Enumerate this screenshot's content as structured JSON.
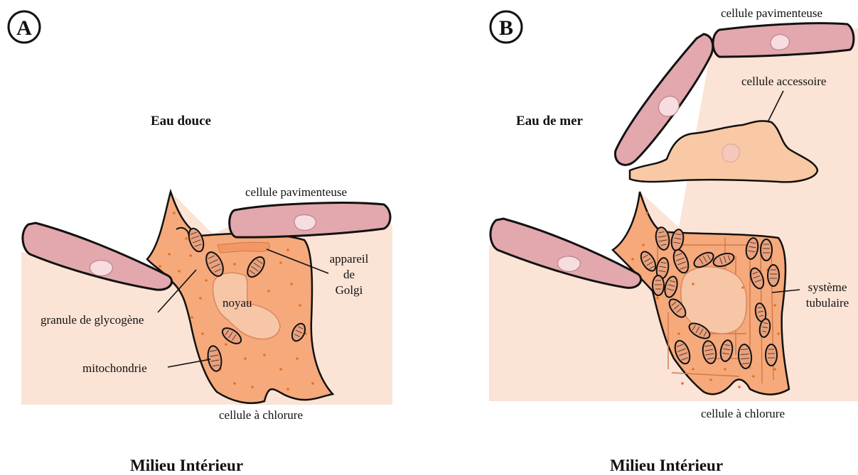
{
  "panel_a": {
    "letter": "A",
    "environment_label": "Eau douce",
    "interior_label": "Milieu Intérieur",
    "labels": {
      "pavement_cell": "cellule pavimenteuse",
      "golgi_line1": "appareil",
      "golgi_line2": "de",
      "golgi_line3": "Golgi",
      "nucleus": "noyau",
      "glycogen": "granule de glycogène",
      "mitochondria": "mitochondrie",
      "chloride_cell": "cellule à chlorure"
    }
  },
  "panel_b": {
    "letter": "B",
    "environment_label": "Eau de mer",
    "interior_label": "Milieu Intérieur",
    "labels": {
      "pavement_cell": "cellule pavimenteuse",
      "accessory_cell": "cellule accessoire",
      "tubular_line1": "système",
      "tubular_line2": "tubulaire",
      "chloride_cell": "cellule à chlorure"
    }
  },
  "colors": {
    "tissue": "#fbe3d5",
    "pavement_cell": "#e2a8ad",
    "chloride_cell": "#f6a97a",
    "accessory_cell": "#f8c9a4",
    "glycogen": "#e8701f"
  }
}
